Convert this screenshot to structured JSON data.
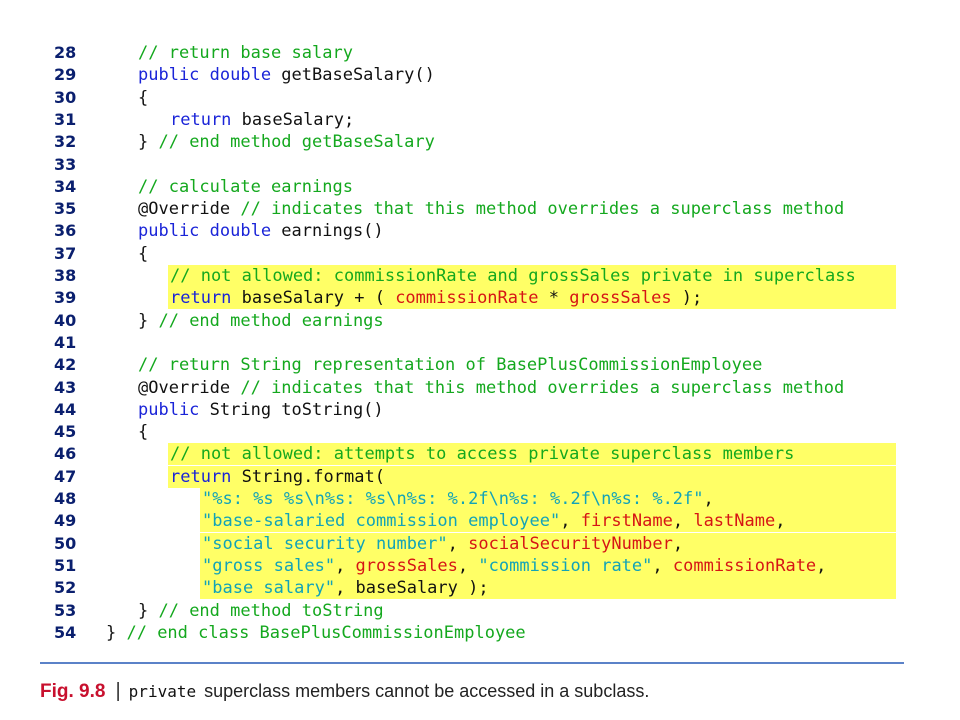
{
  "listing": {
    "lines": [
      {
        "num": "28",
        "indent": 1,
        "highlight": false,
        "tokens": [
          {
            "t": "// return base salary",
            "k": "cm"
          }
        ]
      },
      {
        "num": "29",
        "indent": 1,
        "highlight": false,
        "tokens": [
          {
            "t": "public double",
            "k": "kw"
          },
          {
            "t": " getBaseSalary()",
            "k": "plain"
          }
        ]
      },
      {
        "num": "30",
        "indent": 1,
        "highlight": false,
        "tokens": [
          {
            "t": "{",
            "k": "plain"
          }
        ]
      },
      {
        "num": "31",
        "indent": 2,
        "highlight": false,
        "tokens": [
          {
            "t": "return",
            "k": "kw"
          },
          {
            "t": " baseSalary;",
            "k": "plain"
          }
        ]
      },
      {
        "num": "32",
        "indent": 1,
        "highlight": false,
        "tokens": [
          {
            "t": "} ",
            "k": "plain"
          },
          {
            "t": "// end method getBaseSalary",
            "k": "cm"
          }
        ]
      },
      {
        "num": "33",
        "indent": 0,
        "highlight": false,
        "tokens": []
      },
      {
        "num": "34",
        "indent": 1,
        "highlight": false,
        "tokens": [
          {
            "t": "// calculate earnings",
            "k": "cm"
          }
        ]
      },
      {
        "num": "35",
        "indent": 1,
        "highlight": false,
        "tokens": [
          {
            "t": "@Override ",
            "k": "plain"
          },
          {
            "t": "// indicates that this method overrides a superclass method",
            "k": "cm"
          }
        ]
      },
      {
        "num": "36",
        "indent": 1,
        "highlight": false,
        "tokens": [
          {
            "t": "public double",
            "k": "kw"
          },
          {
            "t": " earnings()",
            "k": "plain"
          }
        ]
      },
      {
        "num": "37",
        "indent": 1,
        "highlight": false,
        "tokens": [
          {
            "t": "{",
            "k": "plain"
          }
        ]
      },
      {
        "num": "38",
        "indent": 2,
        "highlight": true,
        "tokens": [
          {
            "t": "// not allowed: commissionRate and grossSales private in superclass",
            "k": "cm"
          }
        ]
      },
      {
        "num": "39",
        "indent": 2,
        "highlight": true,
        "tokens": [
          {
            "t": "return",
            "k": "kw"
          },
          {
            "t": " baseSalary + ( ",
            "k": "plain"
          },
          {
            "t": "commissionRate",
            "k": "fld"
          },
          {
            "t": " * ",
            "k": "plain"
          },
          {
            "t": "grossSales",
            "k": "fld"
          },
          {
            "t": " );",
            "k": "plain"
          }
        ]
      },
      {
        "num": "40",
        "indent": 1,
        "highlight": false,
        "tokens": [
          {
            "t": "} ",
            "k": "plain"
          },
          {
            "t": "// end method earnings",
            "k": "cm"
          }
        ]
      },
      {
        "num": "41",
        "indent": 0,
        "highlight": false,
        "tokens": []
      },
      {
        "num": "42",
        "indent": 1,
        "highlight": false,
        "tokens": [
          {
            "t": "// return String representation of BasePlusCommissionEmployee",
            "k": "cm"
          }
        ]
      },
      {
        "num": "43",
        "indent": 1,
        "highlight": false,
        "tokens": [
          {
            "t": "@Override ",
            "k": "plain"
          },
          {
            "t": "// indicates that this method overrides a superclass method",
            "k": "cm"
          }
        ]
      },
      {
        "num": "44",
        "indent": 1,
        "highlight": false,
        "tokens": [
          {
            "t": "public",
            "k": "kw"
          },
          {
            "t": " String toString()",
            "k": "plain"
          }
        ]
      },
      {
        "num": "45",
        "indent": 1,
        "highlight": false,
        "tokens": [
          {
            "t": "{",
            "k": "plain"
          }
        ]
      },
      {
        "num": "46",
        "indent": 2,
        "highlight": true,
        "tokens": [
          {
            "t": "// not allowed: attempts to access private superclass members",
            "k": "cm"
          }
        ]
      },
      {
        "num": "47",
        "indent": 2,
        "highlight": true,
        "tokens": [
          {
            "t": "return",
            "k": "kw"
          },
          {
            "t": " String.format(",
            "k": "plain"
          }
        ]
      },
      {
        "num": "48",
        "indent": 3,
        "highlight": true,
        "tokens": [
          {
            "t": "\"%s: %s %s\\n%s: %s\\n%s: %.2f\\n%s: %.2f\\n%s: %.2f\"",
            "k": "str"
          },
          {
            "t": ",",
            "k": "plain"
          }
        ]
      },
      {
        "num": "49",
        "indent": 3,
        "highlight": true,
        "tokens": [
          {
            "t": "\"base-salaried commission employee\"",
            "k": "str"
          },
          {
            "t": ", ",
            "k": "plain"
          },
          {
            "t": "firstName",
            "k": "fld"
          },
          {
            "t": ", ",
            "k": "plain"
          },
          {
            "t": "lastName",
            "k": "fld"
          },
          {
            "t": ",",
            "k": "plain"
          }
        ]
      },
      {
        "num": "50",
        "indent": 3,
        "highlight": true,
        "tokens": [
          {
            "t": "\"social security number\"",
            "k": "str"
          },
          {
            "t": ", ",
            "k": "plain"
          },
          {
            "t": "socialSecurityNumber",
            "k": "fld"
          },
          {
            "t": ",",
            "k": "plain"
          }
        ]
      },
      {
        "num": "51",
        "indent": 3,
        "highlight": true,
        "tokens": [
          {
            "t": "\"gross sales\"",
            "k": "str"
          },
          {
            "t": ", ",
            "k": "plain"
          },
          {
            "t": "grossSales",
            "k": "fld"
          },
          {
            "t": ", ",
            "k": "plain"
          },
          {
            "t": "\"commission rate\"",
            "k": "str"
          },
          {
            "t": ", ",
            "k": "plain"
          },
          {
            "t": "commissionRate",
            "k": "fld"
          },
          {
            "t": ",",
            "k": "plain"
          }
        ]
      },
      {
        "num": "52",
        "indent": 3,
        "highlight": true,
        "tokens": [
          {
            "t": "\"base salary\"",
            "k": "str"
          },
          {
            "t": ", baseSalary );",
            "k": "plain"
          }
        ]
      },
      {
        "num": "53",
        "indent": 1,
        "highlight": false,
        "tokens": [
          {
            "t": "} ",
            "k": "plain"
          },
          {
            "t": "// end method toString",
            "k": "cm"
          }
        ]
      },
      {
        "num": "54",
        "indent": 0,
        "highlight": false,
        "tokens": [
          {
            "t": "} ",
            "k": "plain"
          },
          {
            "t": "// end class BasePlusCommissionEmployee",
            "k": "cm"
          }
        ]
      }
    ]
  },
  "caption": {
    "label": "Fig. 9.8",
    "separator": "|",
    "code_word": "private",
    "text": "superclass members cannot be accessed in a subclass."
  },
  "colors": {
    "keyword": "#1a24d8",
    "comment": "#14a81e",
    "field": "#d61515",
    "string": "#12a3b8",
    "highlight": "#ffff66",
    "line_number": "#0a1f6e",
    "caption_label": "#c8102e",
    "rule": "#5b82c8"
  }
}
